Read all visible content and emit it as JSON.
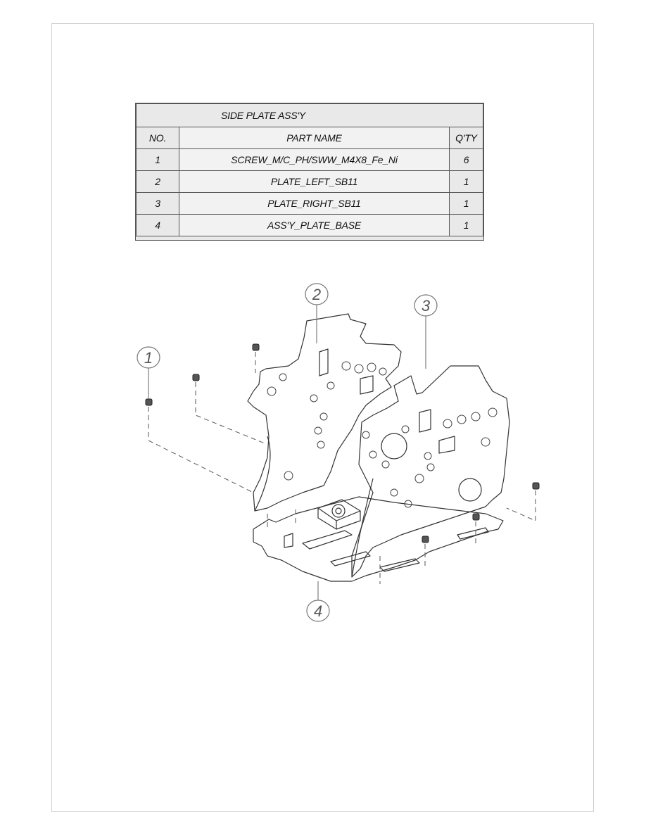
{
  "table": {
    "title": "SIDE PLATE ASS'Y",
    "headers": {
      "no": "NO.",
      "part_name": "PART NAME",
      "qty": "Q'TY"
    },
    "rows": [
      {
        "no": "1",
        "part_name": "SCREW_M/C_PH/SWW_M4X8_Fe_Ni",
        "qty": "6"
      },
      {
        "no": "2",
        "part_name": "PLATE_LEFT_SB11",
        "qty": "1"
      },
      {
        "no": "3",
        "part_name": "PLATE_RIGHT_SB11",
        "qty": "1"
      },
      {
        "no": "4",
        "part_name": "ASS'Y_PLATE_BASE",
        "qty": "1"
      }
    ]
  },
  "callouts": [
    "1",
    "2",
    "3",
    "4"
  ]
}
